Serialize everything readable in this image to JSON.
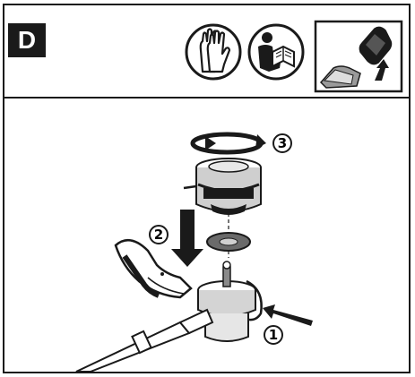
{
  "section": {
    "label": "D"
  },
  "icons": [
    {
      "name": "gloves-icon"
    },
    {
      "name": "read-manual-icon"
    },
    {
      "name": "remove-battery-icon"
    }
  ],
  "steps": [
    {
      "number": "1",
      "meaning": "press-in-arrow"
    },
    {
      "number": "2",
      "meaning": "lower-down-arrow"
    },
    {
      "number": "3",
      "meaning": "rotate-arrow"
    }
  ],
  "colors": {
    "ink": "#1a1a1a",
    "paper": "#ffffff",
    "gray": "#9a9a9a"
  }
}
